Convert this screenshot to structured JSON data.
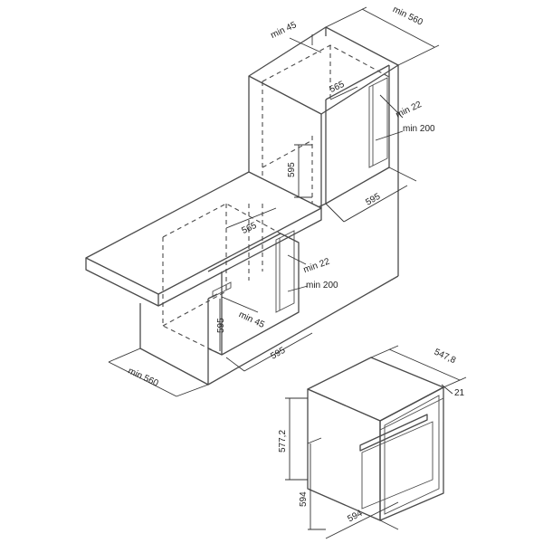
{
  "upper_unit": {
    "min_45": "min 45",
    "min_560": "min 560",
    "d565": "565",
    "min_22": "min 22",
    "min_200": "min 200",
    "d595_v": "595",
    "d595_h": "595"
  },
  "lower_unit": {
    "d565": "565",
    "min_22": "min 22",
    "min_200": "min 200",
    "min_45": "min 45",
    "d595_v": "595",
    "d595_h": "595",
    "min_560": "min 560"
  },
  "oven": {
    "d547_8": "547,8",
    "d21": "21",
    "d577_2": "577,2",
    "d594_v": "594",
    "d594_h": "594"
  }
}
